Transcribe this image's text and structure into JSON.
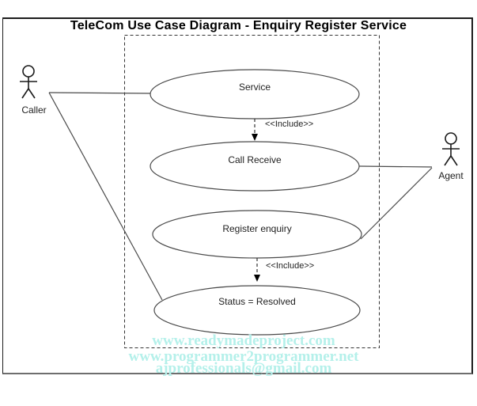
{
  "diagram": {
    "title": "TeleCom Use Case Diagram - Enquiry Register Service",
    "type": "uml-use-case-diagram"
  },
  "actors": [
    {
      "label": "Caller",
      "position": "left"
    },
    {
      "label": "Agent",
      "position": "right"
    }
  ],
  "use_cases": [
    {
      "label": "Service"
    },
    {
      "label": "Call Receive"
    },
    {
      "label": "Register enquiry"
    },
    {
      "label": "Status = Resolved"
    }
  ],
  "relationships": [
    {
      "from": "Caller",
      "to": "Service",
      "type": "association"
    },
    {
      "from": "Caller",
      "to": "Status = Resolved",
      "type": "association"
    },
    {
      "from": "Agent",
      "to": "Call Receive",
      "type": "association"
    },
    {
      "from": "Agent",
      "to": "Register enquiry",
      "type": "association"
    },
    {
      "from": "Service",
      "to": "Call Receive",
      "type": "include",
      "label": "<<Include>>"
    },
    {
      "from": "Register enquiry",
      "to": "Status = Resolved",
      "type": "include",
      "label": "<<Include>>"
    }
  ],
  "watermark": {
    "lines": [
      "www.readymadeproject.com",
      "www.programmer2programmer.net",
      "ajprofessionals@gmail.com"
    ],
    "color": "#b4f0ea"
  },
  "colors": {
    "stroke": "#4a4a4a",
    "text": "#1f1f1f",
    "border": "#1c1c1c"
  }
}
